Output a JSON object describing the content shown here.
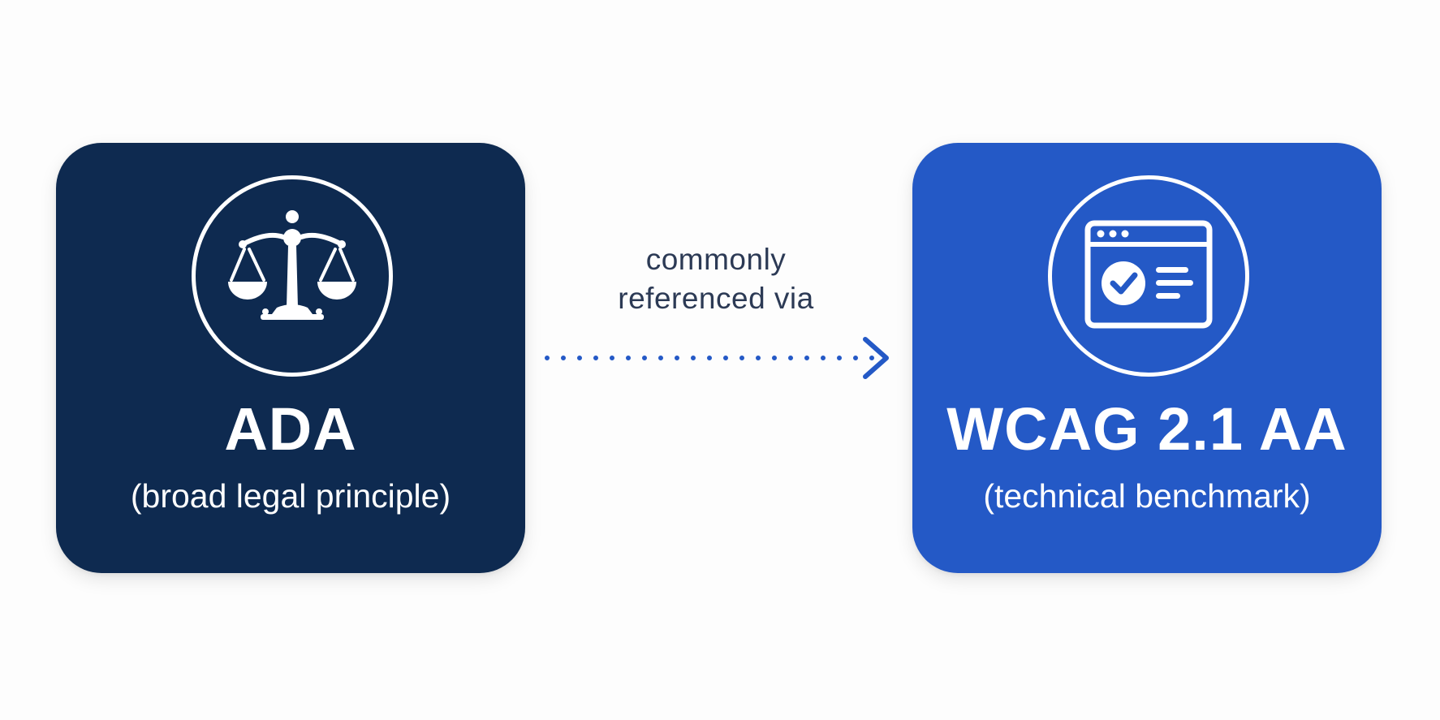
{
  "colors": {
    "background": "#fdfdfd",
    "ada_card": "#0e2a50",
    "wcag_card": "#2459c6",
    "connector": "#2459c6",
    "label_text": "#2c3a55",
    "card_text": "#ffffff"
  },
  "left_card": {
    "icon": "scales-of-justice-icon",
    "title": "ADA",
    "subtitle": "(broad legal principle)"
  },
  "connector": {
    "line1": "commonly",
    "line2": "referenced via",
    "style": "dotted-arrow"
  },
  "right_card": {
    "icon": "browser-checkmark-icon",
    "title": "WCAG 2.1 AA",
    "subtitle": "(technical benchmark)"
  }
}
